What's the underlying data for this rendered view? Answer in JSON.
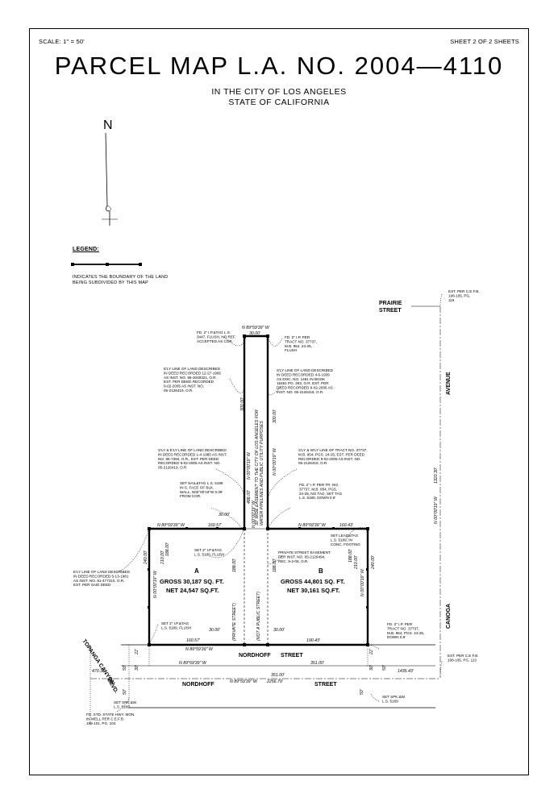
{
  "header": {
    "scale": "SCALE: 1\" = 50'",
    "sheet": "SHEET 2 OF 2 SHEETS",
    "title": "PARCEL MAP L.A. NO. 2004—4110",
    "subtitle_line1": "IN THE CITY OF LOS ANGELES",
    "subtitle_line2": "STATE OF CALIFORNIA"
  },
  "north_arrow": {
    "label": "N"
  },
  "legend": {
    "title": "LEGEND:",
    "description": "INDICATES THE BOUNDARY OF THE LAND\nBEING SUBDIVIDED BY THIS MAP"
  },
  "streets": {
    "prairie_1": "PRAIRIE",
    "prairie_2": "STREET",
    "avenue": "AVENUE",
    "canoga": "CANOGA",
    "nordhoff_a": "NORDHOFF",
    "nordhoff_a_street": "STREET",
    "nordhoff_b": "NORDHOFF",
    "nordhoff_b_street": "STREET",
    "topanga": "TOPANGA CANYON",
    "blvd": "BLVD."
  },
  "parcels": {
    "a": {
      "label": "A",
      "gross": "GROSS 30,187 SQ. FT.",
      "net": "NET 24,547 SQ.FT."
    },
    "b": {
      "label": "B",
      "gross": "GROSS 44,801 SQ. FT.",
      "net": "NET 30,161 SQ.FT."
    }
  },
  "strip_labels": {
    "private_street": "(PRIVATE STREET)",
    "not_public": "(NOT A PUBLIC STREET)",
    "easement_1": "30' WIDE EASEMENT TO THE CITY OF LOS ANGELES FOR",
    "easement_2": "WATER PIPELINES AND PUBLIC UTILITY PURPOSES"
  },
  "dimensions": {
    "top_bearing": "N 89°59'39\" W",
    "top_width": "30.00'",
    "strip_left_300": "300.00'",
    "strip_right_300": "300.00'",
    "strip_bearing_left": "N 00°00'19\" W",
    "strip_bearing_right": "N 00°00'19\" W",
    "strip_total": "488.00'",
    "strip_bearing_2": "N 00°00'19\" W",
    "north_line_bearing_a": "N 89°59'39\" W",
    "a_north_len": "160.57'",
    "b_north_bearing": "N 89°59'39\" W",
    "b_north_len": "160.43'",
    "strip_width_top": "30.00'",
    "a_left_240": "240.00'",
    "a_left_bearing": "N 00°00'19\" W",
    "a_left_210": "210.00'",
    "a_left_188": "188.00'",
    "a_right_188": "188.00'",
    "b_left_188": "188.00'",
    "b_right_188": "188.00'",
    "b_right_210": "210.00'",
    "b_right_240": "240.00'",
    "b_right_bearing": "N 00°00'19\" W",
    "strip_bottom_left": "30.00'",
    "strip_bottom_right": "30.00'",
    "a_south_len": "160.57'",
    "b_south_len": "190.43'",
    "south_bearing": "N 89°59'39\" W",
    "south_351": "351.00'",
    "street_bearing": "N 89°59'39\" W",
    "center_351": "351.00'",
    "center_bearing": "N 89°59'39\" W",
    "center_total": "2256.79'",
    "left_470": "470.36'",
    "right_1435": "1435.43'",
    "canoga_len": "1320.30'",
    "canoga_bearing": "N 00°00'19\" W",
    "left_22": "22'",
    "left_50a": "50'",
    "left_50b": "50'",
    "left_30": "30'",
    "right_22": "22'",
    "right_50a": "50'",
    "right_50b": "50'",
    "right_30": "30'"
  },
  "notes": {
    "fd_ip_ls3447": "FD. 2\" I.P.&TAG L.S.\n3447, FLUSH, NO REF.\nACCEPTED AS COR.",
    "fd_ip_tract": "FD. 2\" I.P. PER\nTRACT NO. 37737,\nM.B. 954, 24-25,\nFLUSH",
    "ely_1995": "E'LY LINE OF LAND DESCRIBED\nIN DEED RECORDED 12-27-1995\nAS INST. NO. 95-2049321, O.R.\nEST. PER DEED RECORDED\n9-02-2005 AS INST. NO.\n05-2126419, O.R.",
    "sly_1939": "S'LY LINE OF LAND DESCRIBED\nIN DEED RECORDED 4-6-1939\nAS DOC. NO. 1481 IN BOOK\n16481 PG. 293, O.R. EST. PER\nDEED RECORDED 9-02-2005 AS\nINST. NO. 05-2126419, O.R.",
    "sly_ely_1985": "S'LY & E'LY LINE OF LAND DESCRIBED\nIN DEED RECORDED 1-4-1985 AS INST.\nNO. 85-7394, O.R., EST. PER DEED\nRECORDED 9-02-2005 AS INST. NO.\n05-2126419, O.R.",
    "sly_wly_tract": "S'LY & W'LY LINE OF TRACT NO. 37737,\nM.B. 954, PGS. 24-25, EST. PER DEED\nRECORDED 9-02-2005 AS INST. NO.\n05-2126419, O.R.",
    "set_nail": "SET NAIL&TAG L.S. 5189\nIN S. FACE OF BLK.\nWALL, N00°00'19\"W 0.09'\nFROM COR.",
    "fd_ip_tr_notag": "FD. 2\" I.P. PER TR. NO.\n37737, M.B. 954, PGS.\n24-25, NO TAG, SET TAG\nL.S. 5189, DOWN 0.5'",
    "set_lead": "SET LEAD&TAG\nL.S. 5189, IN\nCONC. FOOTING",
    "set_ip_flush_mid": "SET 2\" I.P.&TAG\nL.S. 5189, FLUSH",
    "private_easement": "PRIVATE STREET EASEMENT\nPER INST. NO. 05-2126494,\nREC. 9-2-05, O.R.",
    "ely_1981": "E'LY LINE OF LAND DESCRIBED\nIN DEED RECORDED 5-13-1981\nAS INST. NO. 81-477310, O.R.\nEST. PER SAID DEED",
    "set_ip_flush_sw": "SET 2\" I.P.&TAG\nL.S. 5189, FLUSH",
    "fd_ip_se": "FD. 2\" I.P. PER\nTRACT NO. 37737,\nM.B. 954, PGS. 24-25,\nDOWN 0.8'",
    "est_198_105_113": "EST. PER C.E.F.B.\n198-105, PG. 113",
    "est_198_105_118": "EST. PER C.E.F.B.\n198-105, PG.\n118",
    "set_spk_left": "SET SPK.&W.\nL.S. 5189",
    "set_spk_right": "SET SPK.&W.\nL.S. 5189",
    "fd_std": "FD. STD. STATE HWY. MON.\nIN WELL PER C.E.F.B.\n198-101, PG. 104"
  }
}
